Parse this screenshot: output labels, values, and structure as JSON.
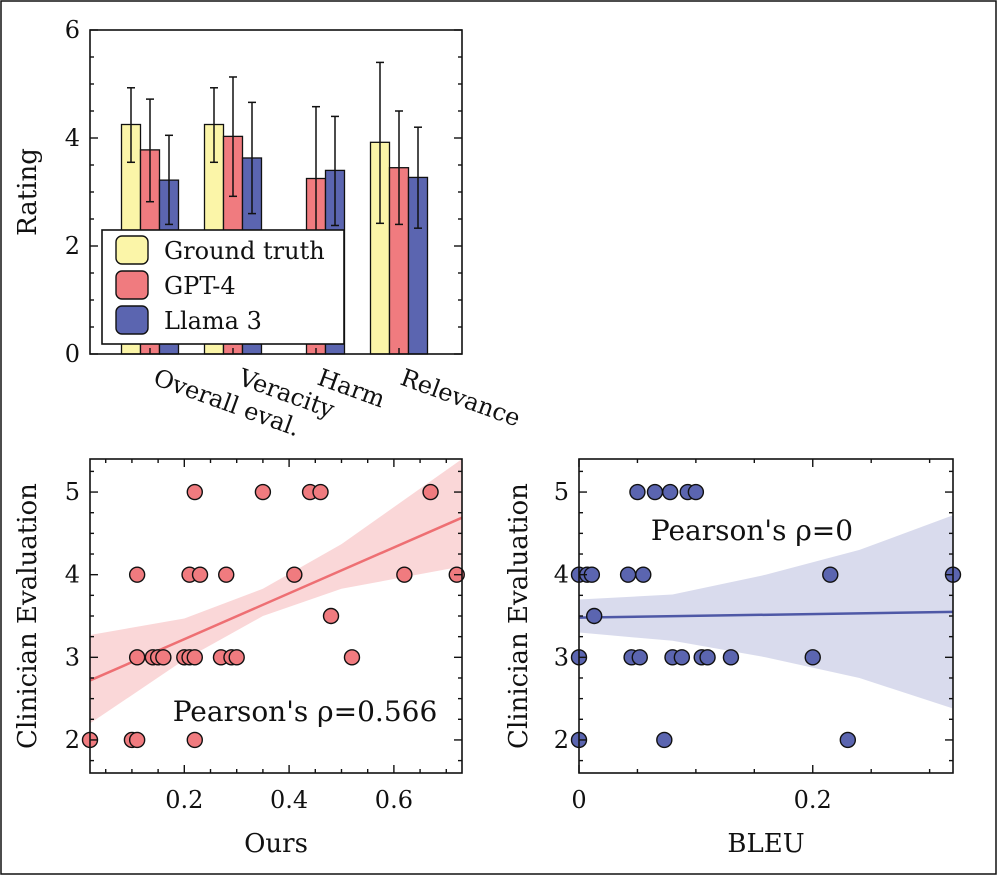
{
  "chart_data": [
    {
      "type": "bar",
      "ylabel": "Rating",
      "xlabel": "",
      "ylim": [
        0,
        6
      ],
      "yticks": [
        0,
        2,
        4,
        6
      ],
      "categories": [
        "Overall eval.",
        "Veracity",
        "Harm",
        "Relevance"
      ],
      "series": [
        {
          "name": "Ground truth",
          "values": [
            4.25,
            4.25,
            0.0,
            3.92
          ],
          "err_low": [
            3.55,
            3.55,
            0.0,
            2.42
          ],
          "err_high": [
            4.93,
            4.93,
            0.0,
            5.4
          ],
          "color": "#fbf5a8"
        },
        {
          "name": "GPT-4",
          "values": [
            3.78,
            4.03,
            3.25,
            3.45
          ],
          "err_low": [
            2.82,
            2.92,
            1.9,
            2.4
          ],
          "err_high": [
            4.72,
            5.13,
            4.58,
            4.5
          ],
          "color": "#f07b7f"
        },
        {
          "name": "Llama 3",
          "values": [
            3.22,
            3.63,
            3.4,
            3.27
          ],
          "err_low": [
            2.4,
            2.6,
            2.38,
            2.33
          ],
          "err_high": [
            4.05,
            4.66,
            4.4,
            4.2
          ],
          "color": "#5b65b0"
        }
      ],
      "legend": "lower-left"
    },
    {
      "type": "scatter",
      "xlabel": "Ours",
      "ylabel": "Clinician Evaluation",
      "xlim": [
        0.02,
        0.73
      ],
      "ylim": [
        1.6,
        5.4
      ],
      "xticks": [
        0.2,
        0.4,
        0.6
      ],
      "yticks": [
        2,
        3,
        4,
        5
      ],
      "color": "#f07b7f",
      "annotation": "Pearson's ρ=0.566",
      "points": [
        [
          0.02,
          2
        ],
        [
          0.1,
          2
        ],
        [
          0.11,
          2
        ],
        [
          0.22,
          2
        ],
        [
          0.11,
          3
        ],
        [
          0.14,
          3
        ],
        [
          0.15,
          3
        ],
        [
          0.16,
          3
        ],
        [
          0.2,
          3
        ],
        [
          0.21,
          3
        ],
        [
          0.22,
          3
        ],
        [
          0.27,
          3
        ],
        [
          0.29,
          3
        ],
        [
          0.3,
          3
        ],
        [
          0.52,
          3
        ],
        [
          0.48,
          3.5
        ],
        [
          0.11,
          4
        ],
        [
          0.21,
          4
        ],
        [
          0.23,
          4
        ],
        [
          0.28,
          4
        ],
        [
          0.41,
          4
        ],
        [
          0.62,
          4
        ],
        [
          0.72,
          4
        ],
        [
          0.22,
          5
        ],
        [
          0.35,
          5
        ],
        [
          0.44,
          5
        ],
        [
          0.46,
          5
        ],
        [
          0.67,
          5
        ]
      ],
      "fit": {
        "x": [
          0.02,
          0.73
        ],
        "y": [
          2.72,
          4.69
        ]
      },
      "band_lower": [
        [
          0.02,
          2.2
        ],
        [
          0.2,
          2.97
        ],
        [
          0.35,
          3.5
        ],
        [
          0.5,
          3.83
        ],
        [
          0.73,
          4.1
        ]
      ],
      "band_upper": [
        [
          0.02,
          3.27
        ],
        [
          0.2,
          3.47
        ],
        [
          0.35,
          3.83
        ],
        [
          0.5,
          4.37
        ],
        [
          0.73,
          5.5
        ]
      ]
    },
    {
      "type": "scatter",
      "xlabel": "BLEU",
      "ylabel": "Clinician Evaluation",
      "xlim": [
        0,
        0.32
      ],
      "ylim": [
        1.6,
        5.4
      ],
      "xticks": [
        0,
        0.2
      ],
      "yticks": [
        2,
        3,
        4,
        5
      ],
      "color": "#5b65b0",
      "annotation": "Pearson's ρ=0",
      "points": [
        [
          0,
          2
        ],
        [
          0.073,
          2
        ],
        [
          0.23,
          2
        ],
        [
          0,
          3
        ],
        [
          0.045,
          3
        ],
        [
          0.052,
          3
        ],
        [
          0.08,
          3
        ],
        [
          0.088,
          3
        ],
        [
          0.105,
          3
        ],
        [
          0.11,
          3
        ],
        [
          0.13,
          3
        ],
        [
          0.2,
          3
        ],
        [
          0.013,
          3.5
        ],
        [
          0,
          4
        ],
        [
          0.007,
          4
        ],
        [
          0.011,
          4
        ],
        [
          0.042,
          4
        ],
        [
          0.055,
          4
        ],
        [
          0.215,
          4
        ],
        [
          0.32,
          4
        ],
        [
          0.05,
          5
        ],
        [
          0.065,
          5
        ],
        [
          0.078,
          5
        ],
        [
          0.093,
          5
        ],
        [
          0.1,
          5
        ]
      ],
      "fit": {
        "x": [
          0,
          0.32
        ],
        "y": [
          3.48,
          3.55
        ]
      },
      "band_lower": [
        [
          0,
          3.3
        ],
        [
          0.08,
          3.2
        ],
        [
          0.16,
          3.0
        ],
        [
          0.24,
          2.75
        ],
        [
          0.32,
          2.38
        ]
      ],
      "band_upper": [
        [
          0,
          3.7
        ],
        [
          0.08,
          3.76
        ],
        [
          0.16,
          4.0
        ],
        [
          0.24,
          4.3
        ],
        [
          0.32,
          4.72
        ]
      ]
    }
  ]
}
